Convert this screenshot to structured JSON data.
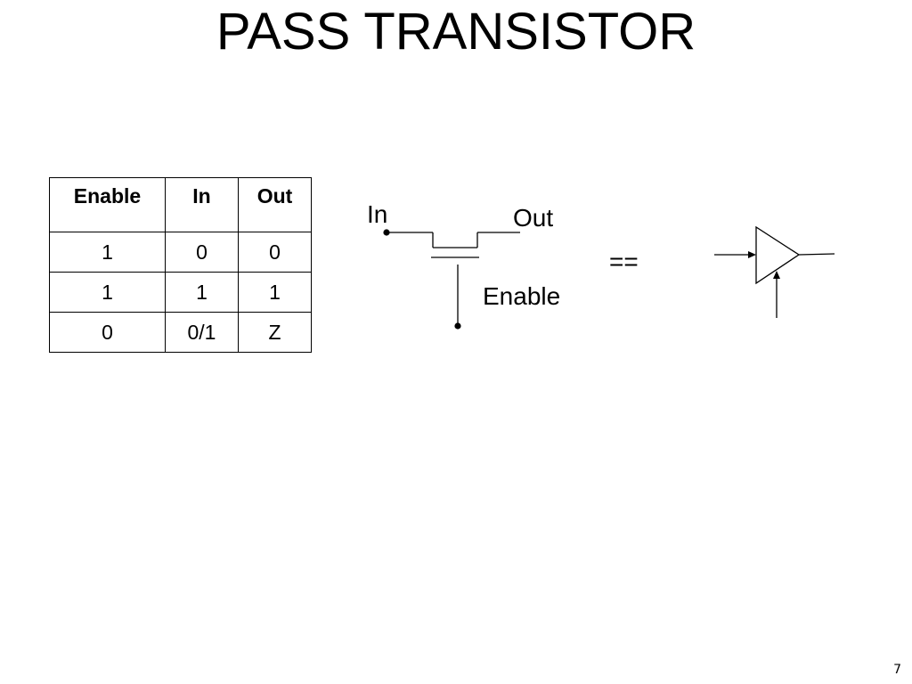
{
  "slide": {
    "title": "PASS TRANSISTOR",
    "page_number": "7"
  },
  "truth_table": {
    "headers": [
      "Enable",
      "In",
      "Out"
    ],
    "rows": [
      [
        "1",
        "0",
        "0"
      ],
      [
        "1",
        "1",
        "1"
      ],
      [
        "0",
        "0/1",
        "Z"
      ]
    ]
  },
  "schematic": {
    "in_label": "In",
    "out_label": "Out",
    "enable_label": "Enable",
    "equivalence": "=="
  }
}
